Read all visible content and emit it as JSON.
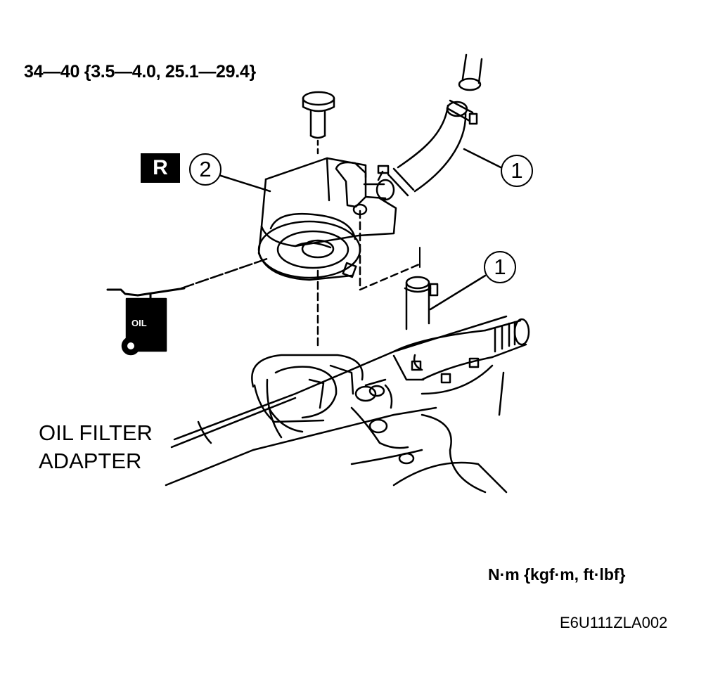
{
  "labels": {
    "torque_spec": "34—40 {3.5—4.0, 25.1—29.4}",
    "oil_filter_adapter_line1": "OIL FILTER",
    "oil_filter_adapter_line2": "ADAPTER",
    "units": "N·m {kgf·m, ft·lbf}",
    "figure_code": "E6U111ZLA002"
  },
  "badges": {
    "replace": "R",
    "oil_can": "OIL"
  },
  "callouts": {
    "hose_upper": "1",
    "hose_lower": "1",
    "oil_cooler": "2"
  },
  "colors": {
    "line": "#000000",
    "background": "#ffffff"
  }
}
